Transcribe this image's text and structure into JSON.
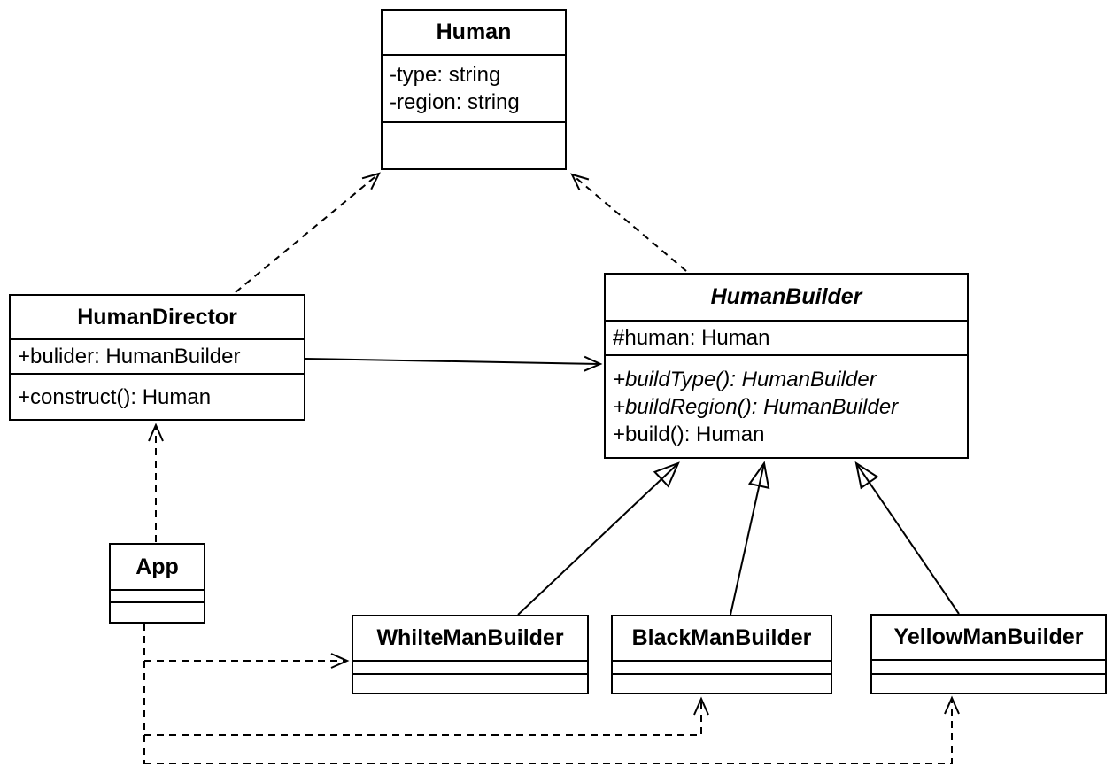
{
  "diagram_type": "UML class diagram (Builder design pattern)",
  "colors": {
    "line": "#000000",
    "background": "#ffffff",
    "text": "#000000"
  },
  "classes": {
    "human": {
      "name": "Human",
      "attributes": [
        "-type: string",
        "-region: string"
      ],
      "methods": []
    },
    "human_director": {
      "name": "HumanDirector",
      "attributes": [
        "+bulider: HumanBuilder"
      ],
      "methods": [
        "+construct(): Human"
      ]
    },
    "human_builder": {
      "name": "HumanBuilder",
      "abstract": true,
      "attributes": [
        "#human: Human"
      ],
      "methods": [
        "+buildType(): HumanBuilder",
        "+buildRegion(): HumanBuilder",
        "+build(): Human"
      ]
    },
    "app": {
      "name": "App",
      "attributes": [],
      "methods": []
    },
    "white_man_builder": {
      "name": "WhilteManBuilder",
      "attributes": [],
      "methods": []
    },
    "black_man_builder": {
      "name": "BlackManBuilder",
      "attributes": [],
      "methods": []
    },
    "yellow_man_builder": {
      "name": "YellowManBuilder",
      "attributes": [],
      "methods": []
    }
  },
  "relationships": [
    {
      "from": "HumanDirector",
      "to": "Human",
      "type": "dependency",
      "line": "dashed",
      "arrowhead": "open"
    },
    {
      "from": "HumanBuilder",
      "to": "Human",
      "type": "dependency",
      "line": "dashed",
      "arrowhead": "open"
    },
    {
      "from": "HumanDirector",
      "to": "HumanBuilder",
      "type": "association",
      "line": "solid",
      "arrowhead": "open"
    },
    {
      "from": "WhilteManBuilder",
      "to": "HumanBuilder",
      "type": "generalization",
      "line": "solid",
      "arrowhead": "hollow-triangle"
    },
    {
      "from": "BlackManBuilder",
      "to": "HumanBuilder",
      "type": "generalization",
      "line": "solid",
      "arrowhead": "hollow-triangle"
    },
    {
      "from": "YellowManBuilder",
      "to": "HumanBuilder",
      "type": "generalization",
      "line": "solid",
      "arrowhead": "hollow-triangle"
    },
    {
      "from": "App",
      "to": "HumanDirector",
      "type": "dependency",
      "line": "dashed",
      "arrowhead": "open"
    },
    {
      "from": "App",
      "to": "WhilteManBuilder",
      "type": "dependency",
      "line": "dashed",
      "arrowhead": "open"
    },
    {
      "from": "App",
      "to": "BlackManBuilder",
      "type": "dependency",
      "line": "dashed",
      "arrowhead": "open"
    },
    {
      "from": "App",
      "to": "YellowManBuilder",
      "type": "dependency",
      "line": "dashed",
      "arrowhead": "open"
    }
  ]
}
